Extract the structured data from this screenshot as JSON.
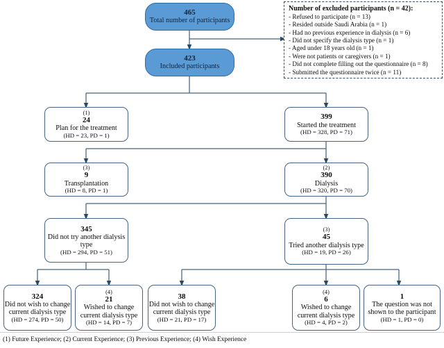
{
  "diagram": {
    "title": "Participant flow diagram",
    "colors": {
      "node_fill_blue": "#5B9BD5",
      "node_border_blue": "#2E6DA4",
      "node_fill_white": "#FFFFFF",
      "node_border_white": "#46647F",
      "connector": "#44647F",
      "excluded_border": "#2F4F6F"
    },
    "nodes": {
      "total": {
        "tag": "",
        "number": "465",
        "label": "Total number of participants",
        "breakdown": ""
      },
      "included": {
        "tag": "",
        "number": "423",
        "label": "Included participants",
        "breakdown": ""
      },
      "plan": {
        "tag": "(1)",
        "number": "24",
        "label": "Plan for the treatment",
        "breakdown": "(HD = 23, PD = 1)"
      },
      "started": {
        "tag": "",
        "number": "399",
        "label": "Started the treatment",
        "breakdown": "(HD = 328, PD = 71)"
      },
      "transplantation": {
        "tag": "(3)",
        "number": "9",
        "label": "Transplantation",
        "breakdown": "(HD = 8, PD = 1)"
      },
      "dialysis": {
        "tag": "(2)",
        "number": "390",
        "label": "Dialysis",
        "breakdown": "(HD = 320, PD = 70)"
      },
      "did_not_try": {
        "tag": "",
        "number": "345",
        "label": "Did not try another dialysis type",
        "breakdown": "(HD = 294, PD = 51)"
      },
      "tried_another": {
        "tag": "(3)",
        "number": "45",
        "label": "Tried another dialysis type",
        "breakdown": "(HD = 19, PD = 26)"
      },
      "no_wish_324": {
        "tag": "",
        "number": "324",
        "label": "Did not wish to change current dialysis type",
        "breakdown": "(HD = 274, PD = 50)"
      },
      "wish_21": {
        "tag": "(4)",
        "number": "21",
        "label": "Wished to change current dialysis type",
        "breakdown": "(HD = 14, PD = 7)"
      },
      "no_wish_38": {
        "tag": "",
        "number": "38",
        "label": "Did not wish to change current dialysis type",
        "breakdown": "(HD = 21, PD = 17)"
      },
      "wish_6": {
        "tag": "(4)",
        "number": "6",
        "label": "Wished to change current dialysis type",
        "breakdown": "(HD = 4, PD = 2)"
      },
      "not_shown_1": {
        "tag": "",
        "number": "1",
        "label": "The question was not shown to the participant",
        "breakdown": "(HD = 1, PD = 0)"
      }
    },
    "excluded": {
      "title": "Number of excluded participants (n = 42):",
      "items": [
        "- Refused to participate (n = 13)",
        "- Resided outside Saudi Arabia (n = 1)",
        "- Had no previous experience in dialysis (n = 6)",
        "- Did not specify the dialysis type (n = 1)",
        "- Aged under 18 years old (n = 1)",
        "- Were not patients or caregivers (n = 1)",
        "- Did not complete filling out the questionnaire (n = 8)",
        "- Submitted the questionnaire twice (n = 11)"
      ]
    },
    "footnote": "(1) Future Experience; (2) Current Experience; (3) Previous Experience; (4) Wish Experience"
  }
}
